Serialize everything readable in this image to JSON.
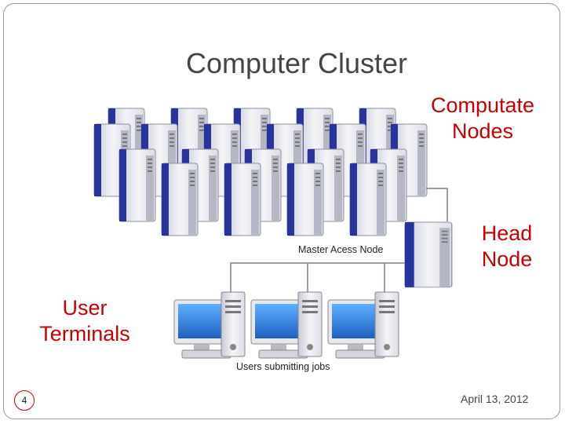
{
  "slide": {
    "title": "Computer Cluster",
    "page_number": "4",
    "date": "April 13, 2012"
  },
  "callouts": {
    "compute": [
      "Computate",
      "Nodes"
    ],
    "head": [
      "Head",
      "Node"
    ],
    "user": [
      "User",
      "Terminals"
    ]
  },
  "diagram": {
    "master_label": "Master Acess Node",
    "users_label": "Users submitting jobs"
  },
  "colors": {
    "callout_red": "#c80000",
    "title_gray": "#454545",
    "screen_blue": "#1e6fd0",
    "tower_stripe": "#2233aa"
  }
}
